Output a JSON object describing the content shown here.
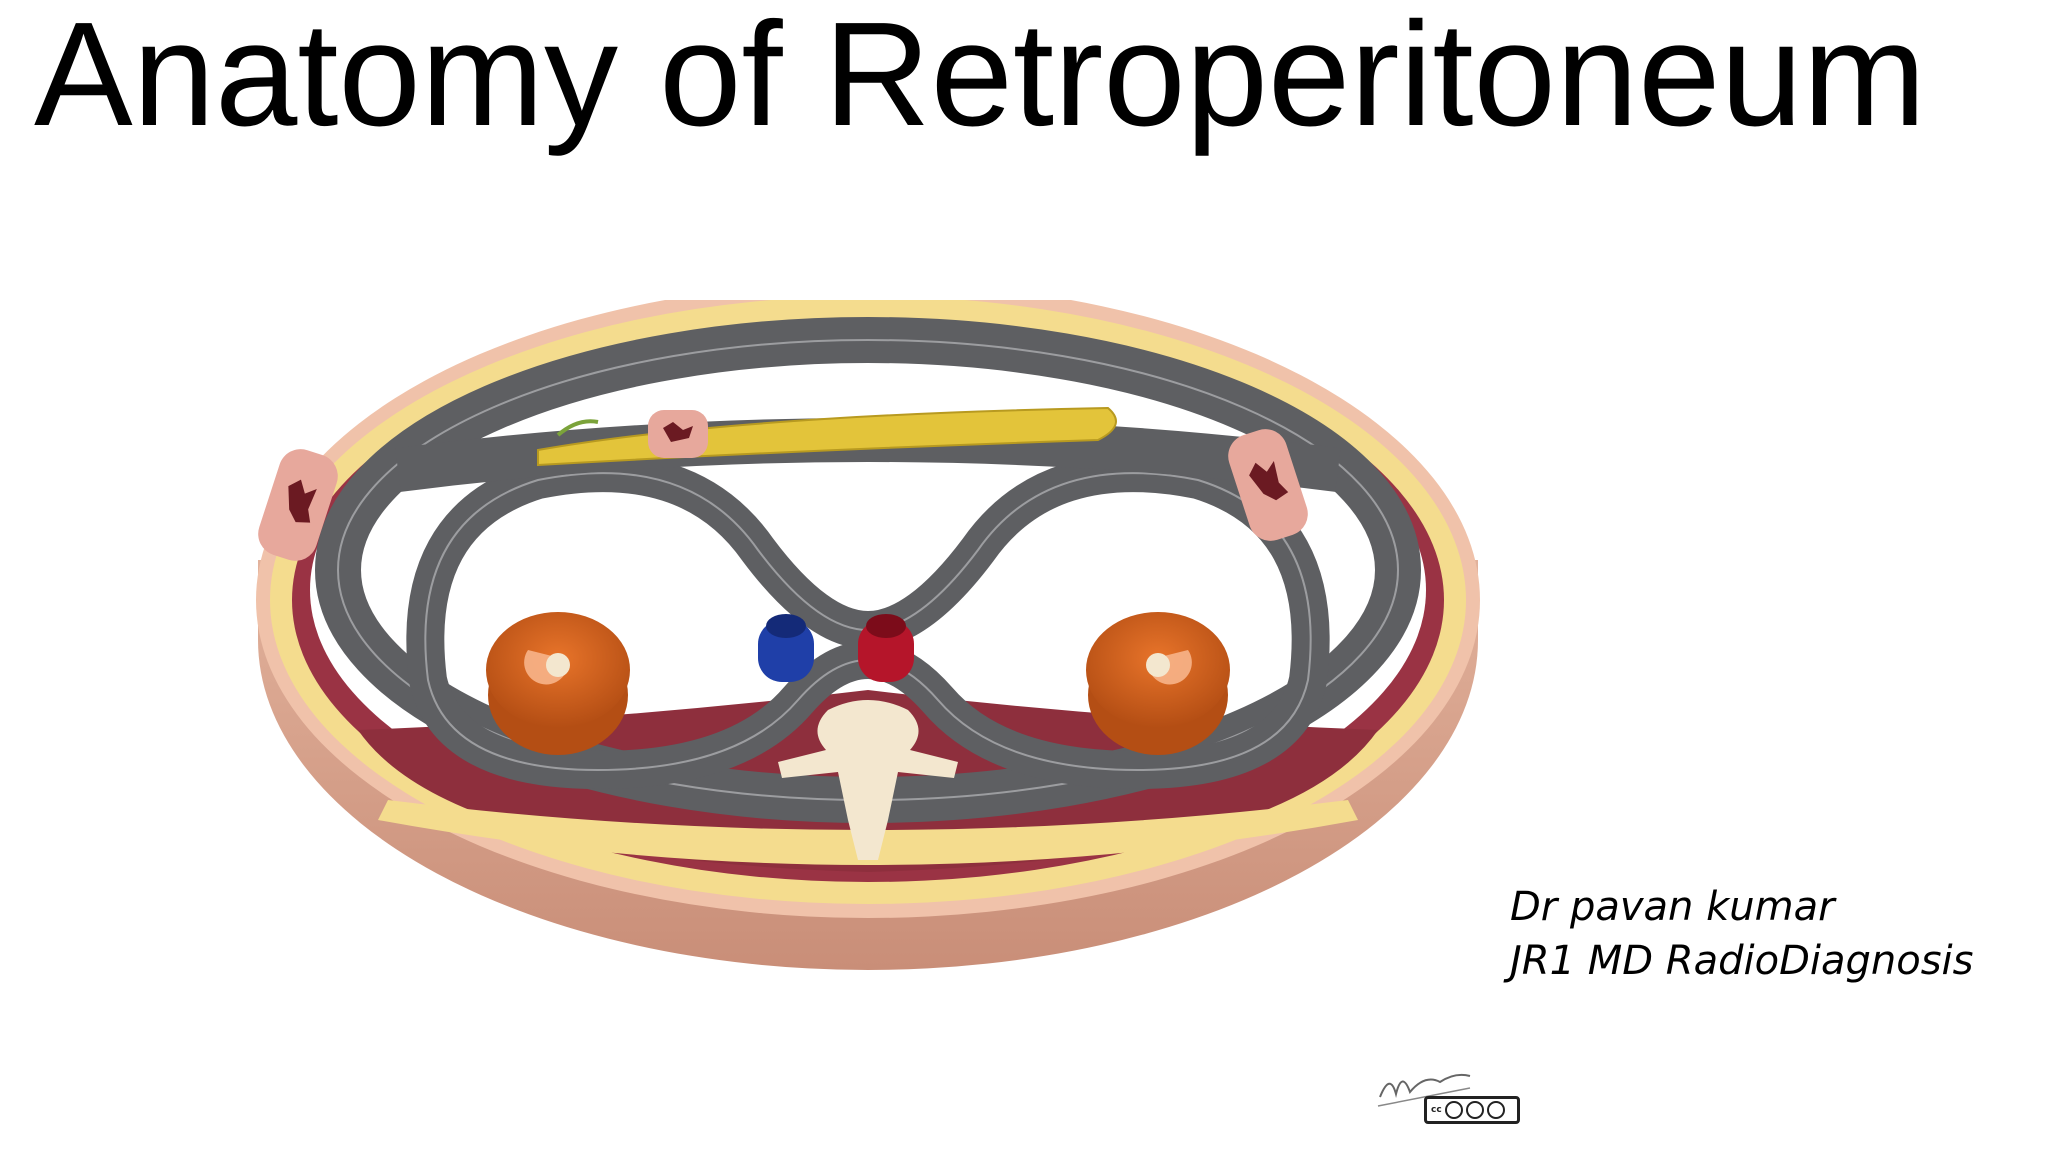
{
  "slide": {
    "title": "Anatomy of Retroperitoneum",
    "author": {
      "name": "Dr pavan kumar",
      "position": "JR1 MD RadioDiagnosis"
    },
    "illustration": {
      "signature_text": "M. Skalski",
      "license_badge_text": "cc"
    },
    "colors": {
      "skin": "#D9A189",
      "fat": "#F4DC8E",
      "muscle": "#8E2F3D",
      "peritoneum": "#5E5F62",
      "kidney": "#D9641E",
      "ivc": "#1F3FA8",
      "aorta": "#B5152A",
      "vertebra": "#F3E7CF",
      "pancreas": "#E3C43A",
      "colon": "#E7A89C"
    }
  }
}
